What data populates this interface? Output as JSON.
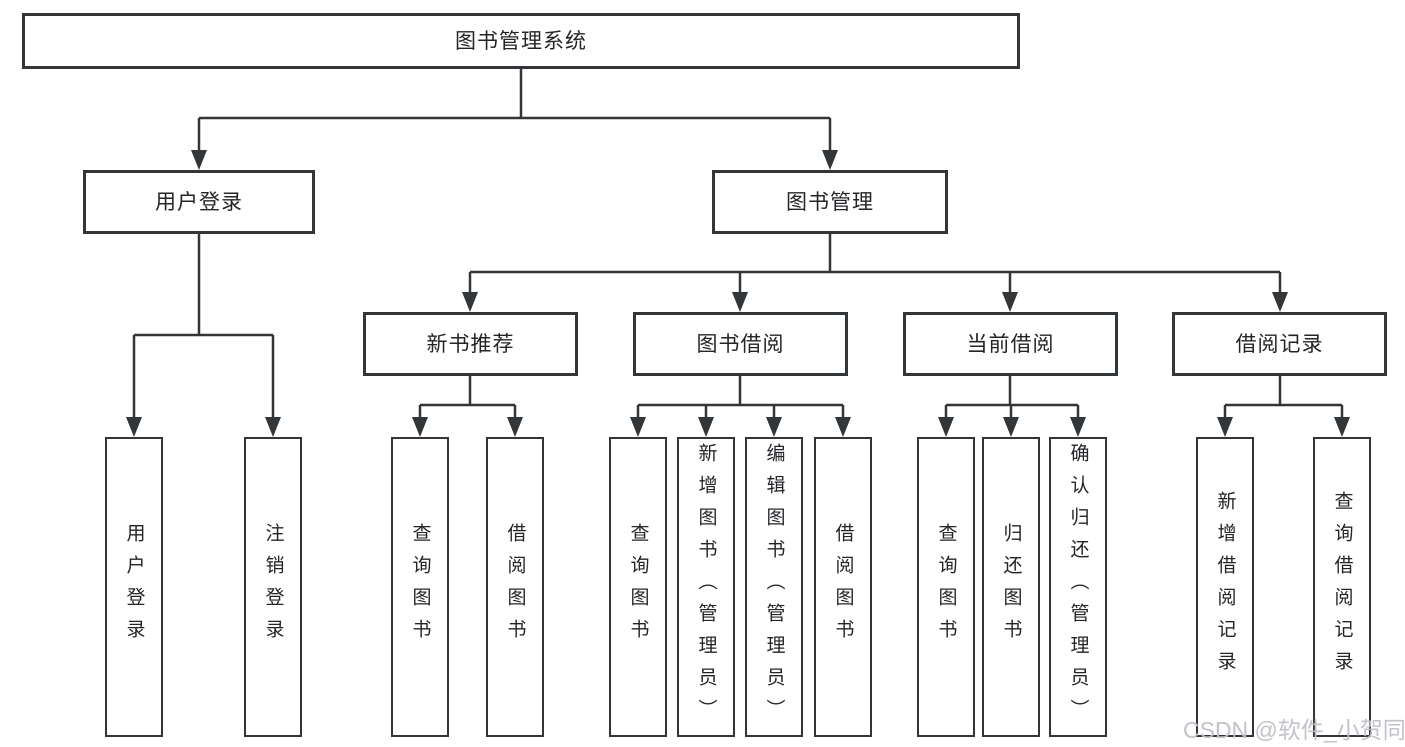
{
  "diagram": {
    "type": "hierarchy-tree",
    "orientation": "top-down",
    "levels": 4
  },
  "tree": {
    "label": "图书管理系统",
    "children": [
      {
        "label": "用户登录",
        "children": [
          {
            "label": "用户登录"
          },
          {
            "label": "注销登录"
          }
        ]
      },
      {
        "label": "图书管理",
        "children": [
          {
            "label": "新书推荐",
            "children": [
              {
                "label": "查询图书"
              },
              {
                "label": "借阅图书"
              }
            ]
          },
          {
            "label": "图书借阅",
            "children": [
              {
                "label": "查询图书"
              },
              {
                "label": "新增图书（管理员）"
              },
              {
                "label": "编辑图书（管理员）"
              },
              {
                "label": "借阅图书"
              }
            ]
          },
          {
            "label": "当前借阅",
            "children": [
              {
                "label": "查询图书"
              },
              {
                "label": "归还图书"
              },
              {
                "label": "确认归还（管理员）"
              }
            ]
          },
          {
            "label": "借阅记录",
            "children": [
              {
                "label": "新增借阅记录"
              },
              {
                "label": "查询借阅记录"
              }
            ]
          }
        ]
      }
    ]
  },
  "watermark": "CSDN @软件_小贺同学",
  "colors": {
    "line": "#333639",
    "box_border": "#333639",
    "text": "#232528",
    "background": "#ffffff",
    "watermark": "#bec0c5"
  }
}
